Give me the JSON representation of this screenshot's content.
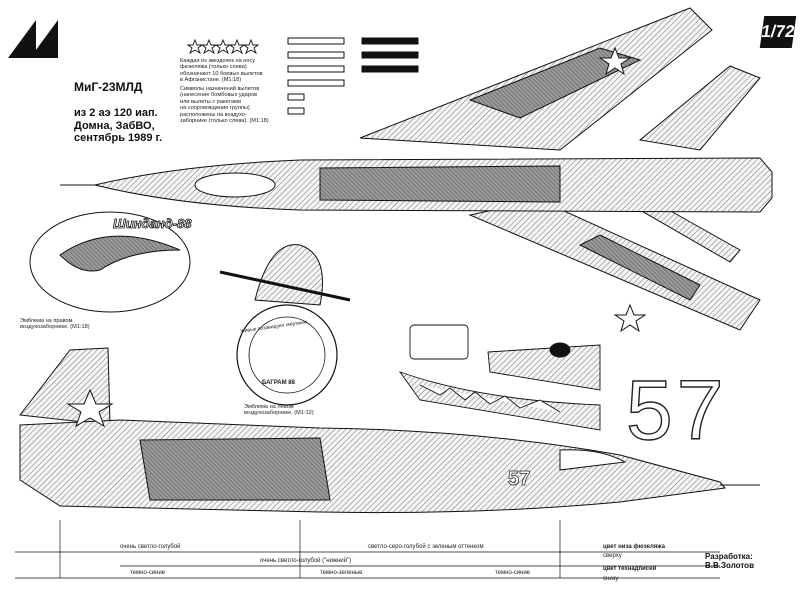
{
  "title": {
    "aircraft": "МиГ-23МЛД",
    "details": "из 2 аэ 120 иап.\nДомна, ЗабВО,\nсентябрь 1989 г."
  },
  "scale_badge": "1/72",
  "notes": {
    "stars": "Каждая из звездочек на носу\nфюзеляжа (только слева)\nобозначают 10 боевых вылетов\nв Афганистане. (М1:18)",
    "symbols": "Символы назначений вылетов\n(нанесение бомбовых ударов\nили вылеты с ракетами\nна сопровождение группы)\nрасположены на воздухо-\nзаборнике (только слева). (М1:18)",
    "emblem_right": "Эмблема на правом\nвоздухозаборнике. (М1:18)",
    "emblem_left": "Эмблема на левом\nвоздухозаборнике. (М1:12)"
  },
  "emblem_texts": {
    "shindand": "Шинданд-88",
    "bagram": "БАГРАМ 88",
    "bagram_ring": "Живые позавидуют мертвым"
  },
  "tail_number_large": "57",
  "tail_number_small": "57",
  "color_legend": {
    "very_light_blue": "очень светло-голубой",
    "light_grey_green": "светло-серо-голубой с зеленым оттенком",
    "lower_fuselage": "цвет низа фюзеляжа",
    "top": "сверху",
    "very_light_blue_lower": "очень светло-голубой (\"нижний\")",
    "dark_blue_1": "темно-синие",
    "dark_green": "темно-зеленые",
    "dark_blue_2": "темно-синие",
    "tech_labels": "цвет технадписей",
    "bottom": "снизу"
  },
  "author": "Разработка:\nВ.В.Золотов",
  "colors": {
    "ink": "#111111",
    "paper": "#ffffff",
    "camo_light": "#d9d9d9",
    "camo_dark": "#8a8a8a"
  }
}
